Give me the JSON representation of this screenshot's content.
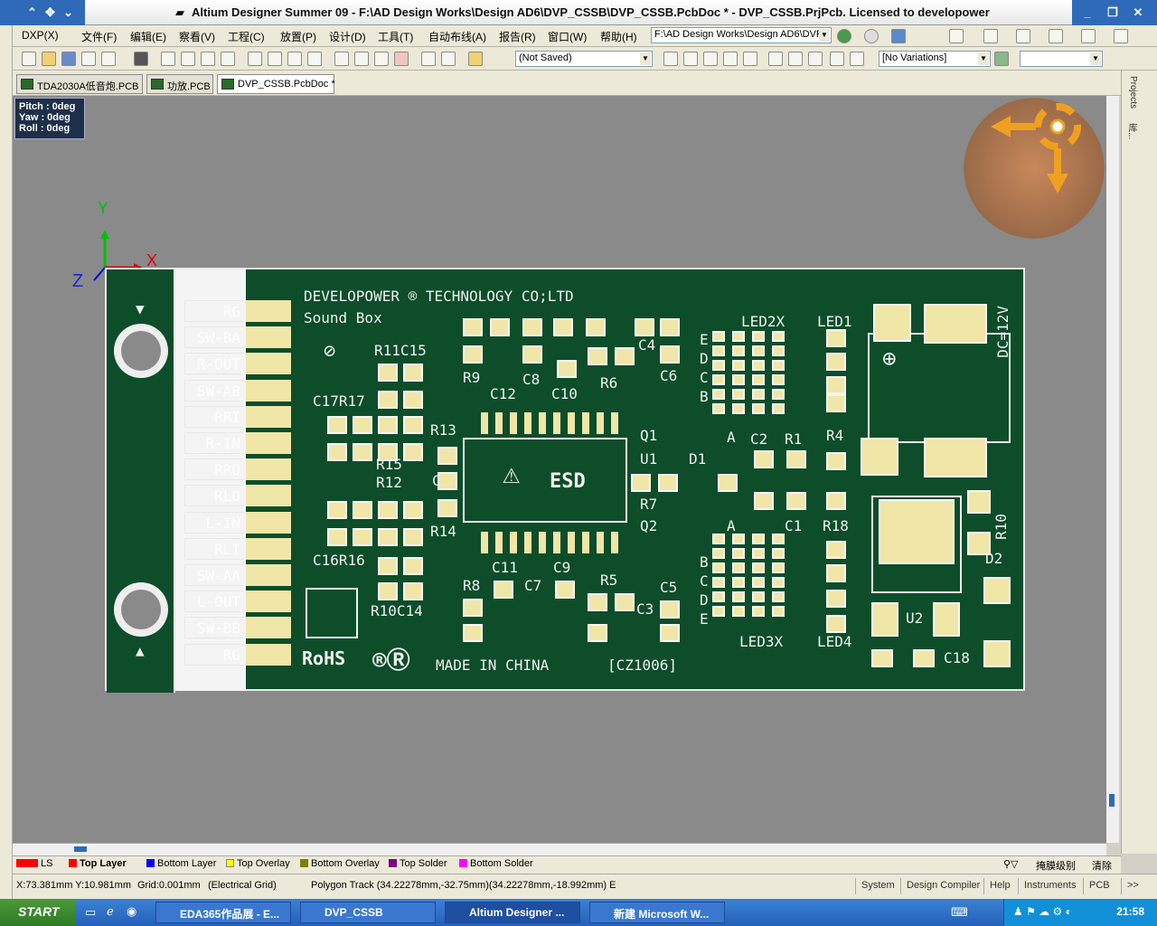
{
  "window": {
    "title": "Altium Designer Summer 09 - F:\\AD Design Works\\Design AD6\\DVP_CSSB\\DVP_CSSB.PcbDoc * - DVP_CSSB.PrjPcb. Licensed to developower"
  },
  "menu": {
    "items": [
      "DXP(X)",
      "文件(F)",
      "编辑(E)",
      "察看(V)",
      "工程(C)",
      "放置(P)",
      "设计(D)",
      "工具(T)",
      "自动布线(A)",
      "报告(R)",
      "窗口(W)",
      "帮助(H)"
    ],
    "path_combo": "F:\\AD Design Works\\Design AD6\\DVP_"
  },
  "toolbar": {
    "saved_combo": "(Not Saved)",
    "variations_combo": "[No Variations]",
    "empty_combo": ""
  },
  "tabs": [
    {
      "label": "TDA2030A低音炮.PCB"
    },
    {
      "label": "功放.PCB"
    },
    {
      "label": "DVP_CSSB.PcbDoc *"
    }
  ],
  "right_panel": {
    "projects_label": "Projects",
    "second_label": "库..."
  },
  "view_info": {
    "pitch": "Pitch : 0deg",
    "yaw": "Yaw : 0deg",
    "roll": "Roll : 0deg"
  },
  "axis": {
    "x": "X",
    "y": "Y",
    "z": "Z"
  },
  "board": {
    "company": "DEVELOPOWER ® TECHNOLOGY CO;LTD",
    "product": "Sound Box",
    "made_in": "MADE IN CHINA",
    "code": "[CZ1006]",
    "rohs": "RoHS",
    "esd": "ESD",
    "dc_label": "DC=12V",
    "pins": [
      "RG",
      "SW-BA",
      "R-OUT",
      "SW-AB",
      "RRI",
      "R-IN",
      "RRO",
      "RLO",
      "L-IN",
      "RLI",
      "SW-AA",
      "L-OUT",
      "SW-BB",
      "RG"
    ],
    "designators": [
      {
        "t": "R11C15"
      },
      {
        "t": "C17R17"
      },
      {
        "t": "R15"
      },
      {
        "t": "R12"
      },
      {
        "t": "C16R16"
      },
      {
        "t": "R10C14"
      },
      {
        "t": "R9"
      },
      {
        "t": "C12"
      },
      {
        "t": "C8"
      },
      {
        "t": "C10"
      },
      {
        "t": "R6"
      },
      {
        "t": "C4"
      },
      {
        "t": "C6"
      },
      {
        "t": "R13"
      },
      {
        "t": "C13"
      },
      {
        "t": "R14"
      },
      {
        "t": "C11"
      },
      {
        "t": "C9"
      },
      {
        "t": "R8"
      },
      {
        "t": "C7"
      },
      {
        "t": "R5"
      },
      {
        "t": "C5"
      },
      {
        "t": "C3"
      },
      {
        "t": "Q1"
      },
      {
        "t": "U1"
      },
      {
        "t": "D1"
      },
      {
        "t": "R7"
      },
      {
        "t": "Q2"
      },
      {
        "t": "LED2X"
      },
      {
        "t": "LED1"
      },
      {
        "t": "A"
      },
      {
        "t": "C2"
      },
      {
        "t": "R1"
      },
      {
        "t": "R4"
      },
      {
        "t": "A"
      },
      {
        "t": "C1"
      },
      {
        "t": "R18"
      },
      {
        "t": "LED3X"
      },
      {
        "t": "LED4"
      },
      {
        "t": "R10"
      },
      {
        "t": "D2"
      },
      {
        "t": "U2"
      },
      {
        "t": "C18"
      }
    ],
    "led_letters_top": [
      "E",
      "D",
      "C",
      "B"
    ],
    "led_letters_bottom": [
      "B",
      "C",
      "D",
      "E"
    ]
  },
  "layers": [
    {
      "label": "LS",
      "color": "#ff0000"
    },
    {
      "label": "Top Layer",
      "color": "#ff0000"
    },
    {
      "label": "Bottom Layer",
      "color": "#0000ff"
    },
    {
      "label": "Top Overlay",
      "color": "#ffff00"
    },
    {
      "label": "Bottom Overlay",
      "color": "#808000"
    },
    {
      "label": "Top Solder",
      "color": "#800080"
    },
    {
      "label": "Bottom Solder",
      "color": "#ff00ff"
    }
  ],
  "layer_right": {
    "mask": "掩膜级别",
    "clear": "清除"
  },
  "status": {
    "coords": "X:73.381mm Y:10.981mm",
    "grid": "Grid:0.001mm",
    "grid_type": "(Electrical Grid)",
    "track": "Polygon Track (34.22278mm,-32.75mm)(34.22278mm,-18.992mm)  E",
    "buttons": [
      "System",
      "Design Compiler",
      "Help",
      "Instruments",
      "PCB",
      ">>"
    ]
  },
  "taskbar": {
    "start": "START",
    "tasks": [
      "EDA365作品展 - E...",
      "DVP_CSSB",
      "Altium Designer ...",
      "新建 Microsoft W..."
    ],
    "clock": "21:58"
  }
}
